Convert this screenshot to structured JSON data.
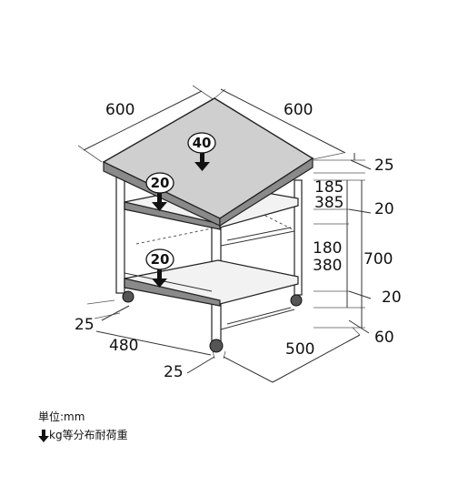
{
  "dimensions": {
    "top_width": "600",
    "top_depth": "600",
    "top_thickness": "25",
    "top_gap_a": "185",
    "top_gap_b": "385",
    "mid_thickness": "20",
    "lower_gap_a": "180",
    "lower_gap_b": "380",
    "total_height": "700",
    "bottom_thickness": "20",
    "caster_height": "60",
    "inset_left": "25",
    "base_width": "480",
    "inset_front": "25",
    "base_depth": "500"
  },
  "loads": {
    "top": "40",
    "middle": "20",
    "bottom": "20"
  },
  "legend": {
    "unit_line": "単位:mm",
    "load_line": "kg等分布耐荷重"
  }
}
